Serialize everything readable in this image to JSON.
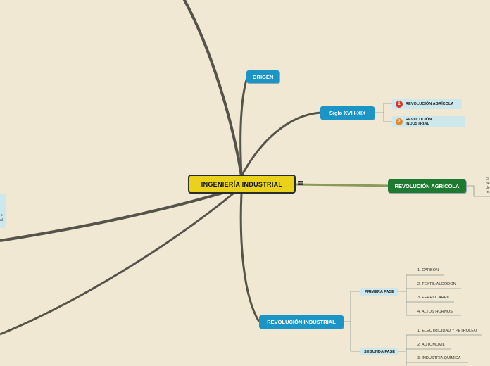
{
  "central": {
    "label": "INGENIERÍA INDUSTRIAL"
  },
  "origen": {
    "label": "ORIGEN"
  },
  "siglo": {
    "label": "Siglo XVIII-XIX",
    "children": [
      {
        "badge": "1",
        "label": "REVOLUCIÓN AGRÍCOLA",
        "badge_color": "#d9352b"
      },
      {
        "badge": "2",
        "label": "REVOLUCIÓN INDUSTRIAL",
        "badge_color": "#e08a2c"
      }
    ]
  },
  "agricola": {
    "label": "REVOLUCIÓN AGRÍCOLA",
    "note_lines": [
      "El",
      "pe",
      "de",
      "re"
    ]
  },
  "industrial": {
    "label": "REVOLUCIÓN INDUSTRIAL",
    "phases": [
      {
        "label": "PRIMERA FASE",
        "items": [
          "1. CARBON",
          "2. TEXTIL:ALGODÓN",
          "3. FERROCARRIL",
          "4. ALTOS HORNOS"
        ]
      },
      {
        "label": "SEGUNDA FASE",
        "items": [
          "1. ELECTRICIDAD Y PETROLEO",
          "2. AUTOMOVIL",
          "3. INDUSTRIA QUÍMICA"
        ]
      }
    ]
  },
  "left_fragment": {
    "lines": [
      "s",
      "al"
    ]
  },
  "colors": {
    "background": "#f0e8d2",
    "central": "#ead11a",
    "blue_node": "#1b95c5",
    "green_node": "#1e7a31",
    "sub_node": "#cde8ec",
    "branch": "#55534a"
  }
}
